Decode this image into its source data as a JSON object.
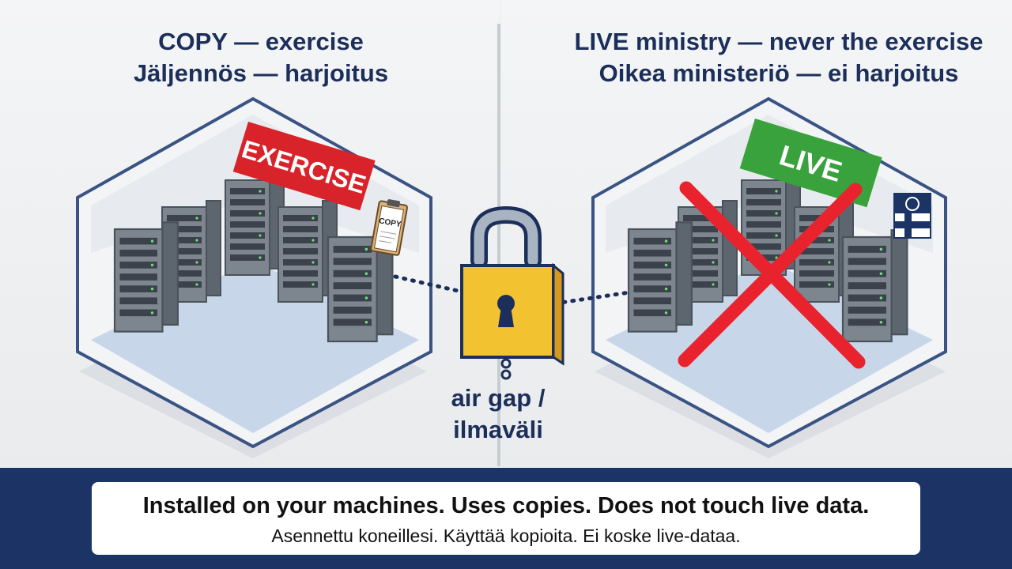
{
  "left": {
    "heading_en": "COPY — exercise",
    "heading_fi": "Jäljennös — harjoitus",
    "banner_text": "EXERCISE",
    "clipboard_text": "COPY"
  },
  "right": {
    "heading_en": "LIVE ministry — never the exercise",
    "heading_fi": "Oikea ministeriö — ei harjoitus",
    "banner_text": "LIVE"
  },
  "gap": {
    "line1": "air gap /",
    "line2": "ilmaväli"
  },
  "footer": {
    "line_en": "Installed on your machines. Uses copies. Does not touch live data.",
    "line_fi": "Asennettu koneillesi. Käyttää kopioita. Ei koske live-dataa."
  },
  "colors": {
    "exercise_banner": "#d8232a",
    "live_banner": "#3aa23c",
    "cross": "#e8232d",
    "lock_body": "#f2c230",
    "navy": "#1c3366",
    "room_floor": "#c7d6e8",
    "room_border": "#3a5384"
  },
  "icons": [
    "padlock-icon",
    "finland-flag-icon",
    "server-rack-icon",
    "clipboard-icon",
    "red-cross-icon"
  ]
}
